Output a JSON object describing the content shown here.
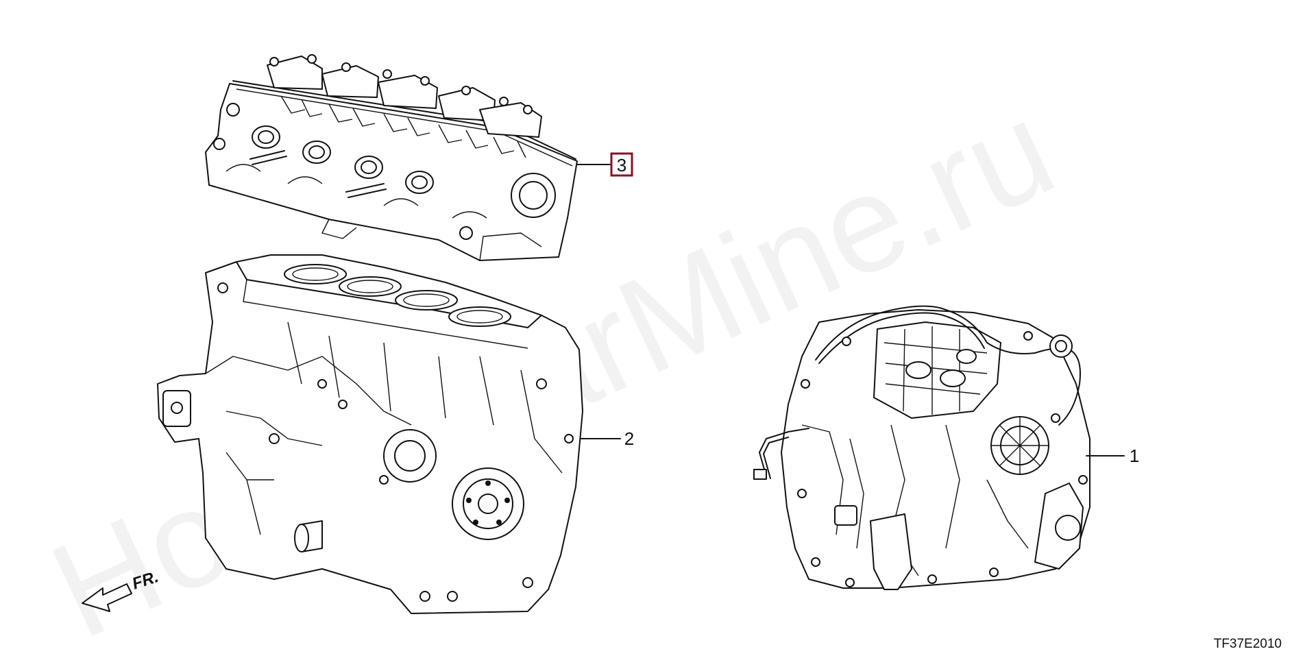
{
  "watermark": "HondaCarMine.ru",
  "front_indicator": "FR.",
  "diagram_code": "TF37E2010",
  "callouts": [
    {
      "id": "3",
      "highlighted": true,
      "highlight_color": "#8B1020"
    },
    {
      "id": "2",
      "highlighted": false
    },
    {
      "id": "1",
      "highlighted": false
    }
  ]
}
